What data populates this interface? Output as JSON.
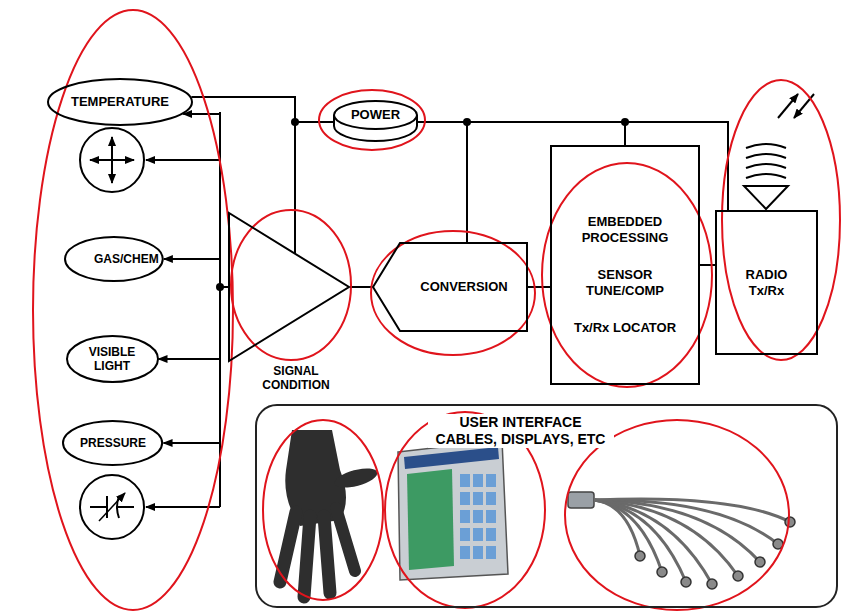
{
  "diagram": {
    "nodes": [
      {
        "text": [
          "TEMPERATURE"
        ]
      },
      {
        "text": [
          "GAS/CHEM"
        ]
      },
      {
        "text": [
          "VISIBLE LIGHT"
        ]
      },
      {
        "text": [
          "PRESSURE"
        ]
      },
      {
        "text": [
          "POWER"
        ]
      },
      {
        "text": [
          "SIGNAL CONDITION"
        ]
      },
      {
        "text": [
          "CONVERSION"
        ]
      },
      {
        "text": [
          "EMBEDDED PROCESSING",
          "SENSOR TUNE/COMP",
          "Tx/Rx LOCATOR"
        ]
      },
      {
        "text": [
          "RADIO Tx/Rx"
        ]
      },
      {
        "text": [
          "USER INTERFACE CABLES, DISPLAYS, ETC"
        ]
      }
    ],
    "edges": [
      {
        "from": 4,
        "to": 5,
        "arrow": "none"
      },
      {
        "from": 4,
        "to": 0,
        "arrow": "none"
      },
      {
        "from": 4,
        "to": 6,
        "arrow": "none"
      },
      {
        "from": 4,
        "to": 7,
        "arrow": "none"
      },
      {
        "from": 4,
        "to": 8,
        "arrow": "none"
      },
      {
        "from": 5,
        "to": 0,
        "arrow": "to"
      },
      {
        "from": 5,
        "to": 1,
        "arrow": "to"
      },
      {
        "from": 5,
        "to": 2,
        "arrow": "to"
      },
      {
        "from": 5,
        "to": 3,
        "arrow": "to"
      },
      {
        "from": 5,
        "to": 6,
        "arrow": "none"
      },
      {
        "from": 6,
        "to": 7,
        "arrow": "none"
      },
      {
        "from": 7,
        "to": 8,
        "arrow": "none"
      }
    ]
  }
}
